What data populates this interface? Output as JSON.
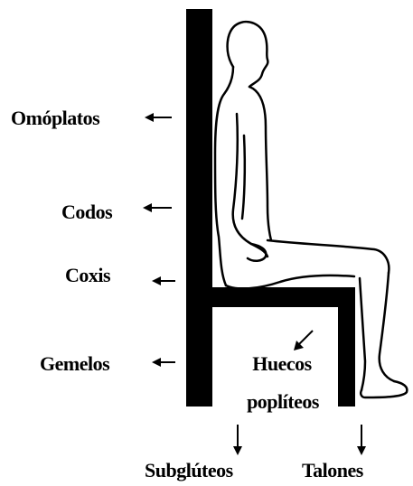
{
  "labels": {
    "omoplatos": "Omóplatos",
    "codos": "Codos",
    "coxis": "Coxis",
    "gemelos": "Gemelos",
    "huecos_line1": "Huecos",
    "huecos_line2": "poplíteos",
    "subgluteos": "Subglúteos",
    "talones": "Talones"
  },
  "colors": {
    "ink": "#000000",
    "background": "#ffffff"
  }
}
